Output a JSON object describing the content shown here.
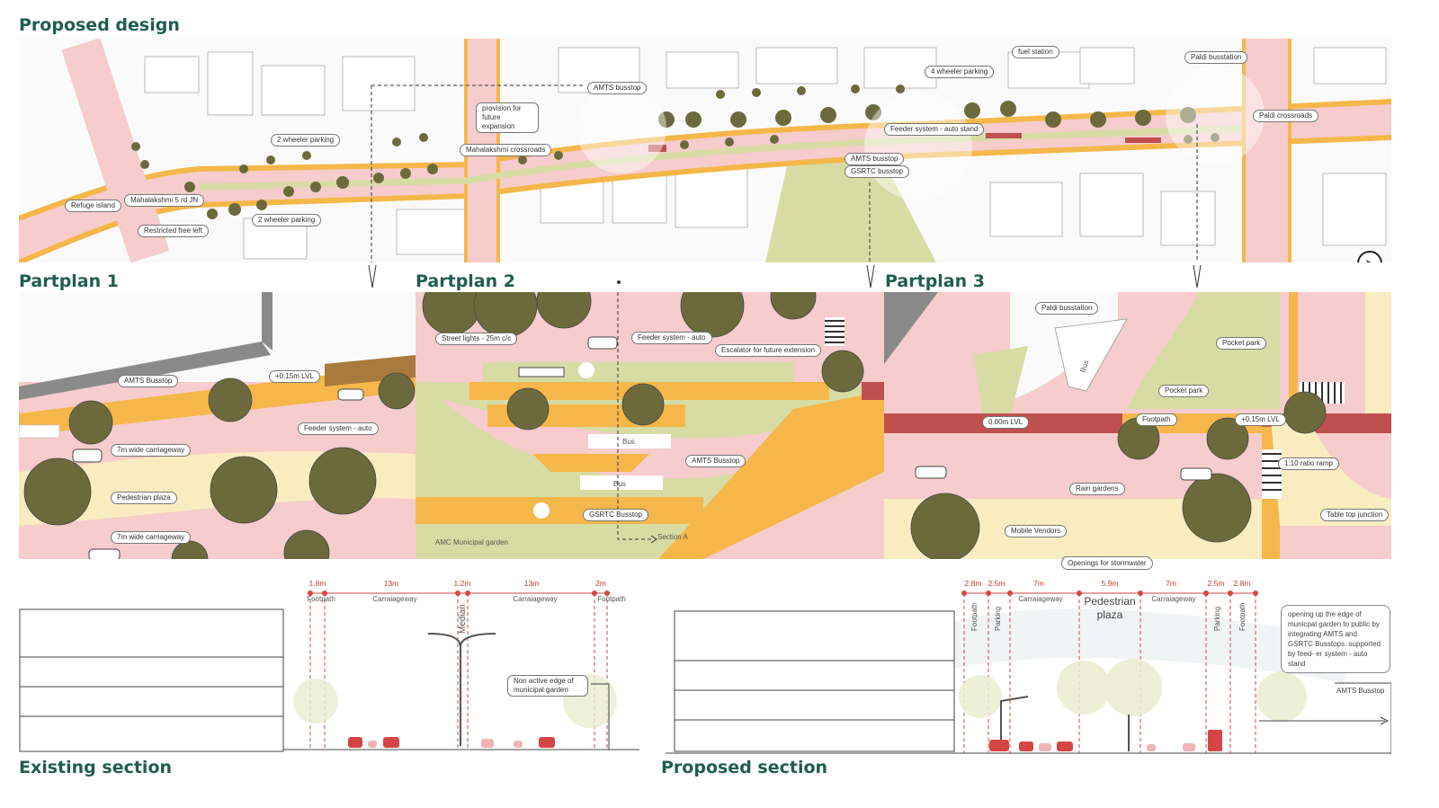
{
  "headings": {
    "proposed_design": "Proposed design",
    "partplan1": "Partplan 1",
    "partplan2": "Partplan 2",
    "partplan3": "Partplan 3",
    "existing_section": "Existing section",
    "proposed_section": "Proposed section"
  },
  "overview_labels": {
    "refuge_island": "Refuge island",
    "mahalakshmi_jn": "Mahalakshmi 5 rd JN",
    "restricted_free_left": "Restricted free left",
    "two_wheeler_parking_a": "2 wheeler parking",
    "two_wheeler_parking_b": "2 wheeler parking",
    "provision_future": "provision for future expansion",
    "mahalakshmi_crossroads": "Mahalakshmi crossroads",
    "amts_busstop_top": "AMTS busstop",
    "four_wheeler_parking": "4 wheeler parking",
    "fuel_station": "fuel station",
    "paldi_busstation_top": "Paldi busstation",
    "paldi_crossroads": "Paldi crossroads",
    "feeder_auto_stand": "Feeder system - auto stand",
    "amts_busstop_mid": "AMTS busstop",
    "gsrtc_busstop_mid": "GSRTC busstop"
  },
  "partplan1_labels": {
    "amts_busstop": "AMTS Busstop",
    "lvl": "+0.15m LVL",
    "feeder_auto": "Feeder system - auto",
    "carriageway_a": "7m wide carriageway",
    "pedestrian_plaza": "Pedestrian plaza",
    "carriageway_b": "7m wide carriageway"
  },
  "partplan2_labels": {
    "street_lights": "Street lights - 25m c/c",
    "feeder_auto": "Feeder system - auto",
    "escalator": "Escalator for future extension",
    "bus_a": "Bus",
    "amts_busstop": "AMTS Busstop",
    "bus_b": "Bus",
    "gsrtc_busstop": "GSRTC Busstop",
    "garden": "AMC Municipal garden",
    "section_a": "Section A"
  },
  "partplan3_labels": {
    "paldi_busstation": "Paldi busstation",
    "bus": "Bus",
    "pocket_park_a": "Pocket park",
    "pocket_park_b": "Pocket park",
    "lvl_zero": "0.00m LVL",
    "footpath": "Footpath",
    "lvl": "+0.15m LVL",
    "ramp": "1:10 ratio ramp",
    "rain_gardens": "Rain gardens",
    "table_top": "Table top junction",
    "mobile_vendors": "Mobile Vendors",
    "stormwater": "Openings for stormwater"
  },
  "existing_section": {
    "dims": [
      "1.8m",
      "13m",
      "1.2m",
      "13m",
      "2m"
    ],
    "labels": [
      "Footpath",
      "Carraiageway",
      "Median",
      "Carraiageway",
      "Footpath"
    ],
    "note": "Non active edge of municipal garden"
  },
  "proposed_section": {
    "dims": [
      "2.8m",
      "2.5m",
      "7m",
      "5.9m",
      "7m",
      "2.5m",
      "2.8m"
    ],
    "labels": [
      "Footpath",
      "Parking",
      "Carraiageway",
      "Pedestrian plaza",
      "Carraiageway",
      "Parking",
      "Footpath"
    ],
    "note": "opening up the edge of municpal garden to public by integrating AMTS and GSRTC Busstops. supported by feed- er system - auto stand",
    "amts_busstop": "AMTS Busstop"
  },
  "colors": {
    "road": "#f6cccc",
    "footpath": "#f5b74a",
    "green": "#d7dca4",
    "tree": "#6c6a3c",
    "heading": "#1f5e4f",
    "dimension": "#d64545"
  }
}
